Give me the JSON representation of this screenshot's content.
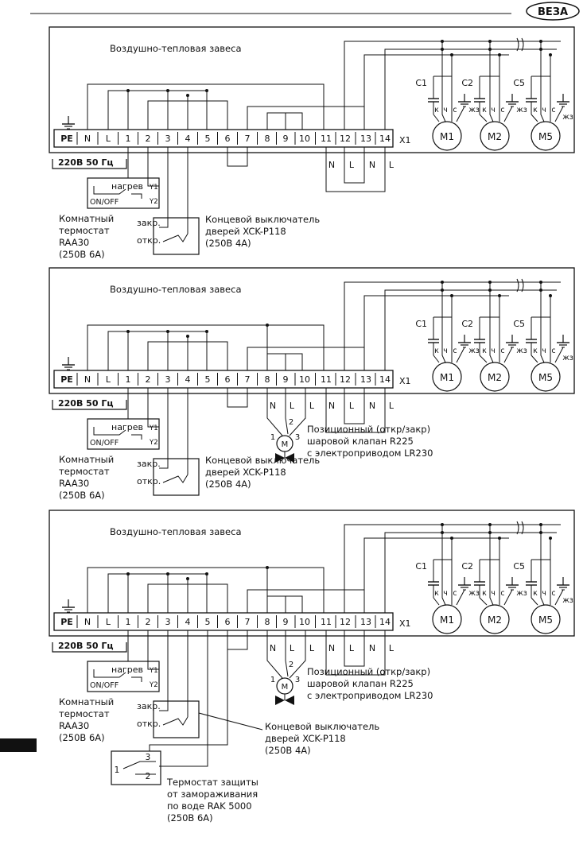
{
  "brand": {
    "logo_text": "ВЕЗА"
  },
  "terminals": [
    "PE",
    "N",
    "L",
    "1",
    "2",
    "3",
    "4",
    "5",
    "6",
    "7",
    "8",
    "9",
    "10",
    "11",
    "12",
    "13",
    "14"
  ],
  "terminal_strip_label": "X1",
  "power_label": "220В 50 Гц",
  "curtain_title": "Воздушно-тепловая завеса",
  "capacitors": [
    "C1",
    "C2",
    "C5"
  ],
  "motors": [
    "M1",
    "M2",
    "M5"
  ],
  "motor_wires": [
    "к",
    "ч",
    "с"
  ],
  "earth_wire": "жз",
  "ground_symbol": "⏚",
  "supply_letters": [
    "N",
    "L",
    "N",
    "L"
  ],
  "valve_supply_letters": [
    "N",
    "L",
    "L"
  ],
  "thermostat": {
    "mode_label": "нагрев",
    "switch_label": "ON/OFF",
    "y1": "Y1",
    "y2": "Y2",
    "caption": [
      "Комнатный",
      "термостат",
      "RAA30",
      "(250В 6А)"
    ]
  },
  "door_switch": {
    "closed": "закр.",
    "open": "откр.",
    "caption": [
      "Концевой выключатель",
      "дверей XCK-P118",
      "(250В 4А)"
    ]
  },
  "valve": {
    "motor_symbol": "M",
    "pins": [
      "1",
      "2",
      "3"
    ],
    "caption": [
      "Позиционный (откр/закр)",
      "шаровой клапан R225",
      "с электроприводом LR230"
    ]
  },
  "frost_thermostat": {
    "pins": [
      "1",
      "2",
      "3"
    ],
    "caption": [
      "Термостат защиты",
      "от замораживания",
      "по воде RAK 5000",
      "(250В 6А)"
    ]
  }
}
